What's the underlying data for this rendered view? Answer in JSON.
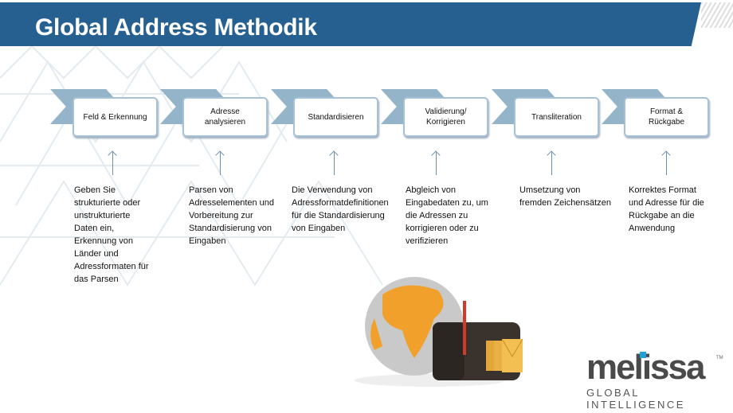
{
  "title": "Global Address Methodik",
  "steps": [
    {
      "label": "Feld & Erkennung",
      "desc": "Geben Sie\nstrukturierte oder\nunstrukturierte\nDaten ein,\nErkennung von\nLänder und\nAdressformaten für\ndas Parsen"
    },
    {
      "label": "Adresse\nanalysieren",
      "desc": "Parsen von\nAdresselementen und\nVorbereitung zur\nStandardisierung von\nEingaben"
    },
    {
      "label": "Standardisieren",
      "desc": "Die Verwendung von\nAdressformatdefinitionen\nfür die Standardisierung\nvon Eingaben"
    },
    {
      "label": "Validierung/\nKorrigieren",
      "desc": "Abgleich von\nEingabedaten zu, um\ndie Adressen zu\nkorrigieren oder zu\nverifizieren"
    },
    {
      "label": "Transliteration",
      "desc": "Umsetzung von\nfremden Zeichensätzen"
    },
    {
      "label": "Format &\nRückgabe",
      "desc": "Korrektes Format\nund Adresse für die\nRückgabe an die\nAnwendung"
    }
  ],
  "logo": {
    "word": "melissa",
    "tagline": "GLOBAL INTELLIGENCE",
    "tm": "TM"
  },
  "colors": {
    "title_bar": "#256091",
    "chevron": "#94b4c9",
    "accent": "#21a0d8"
  }
}
